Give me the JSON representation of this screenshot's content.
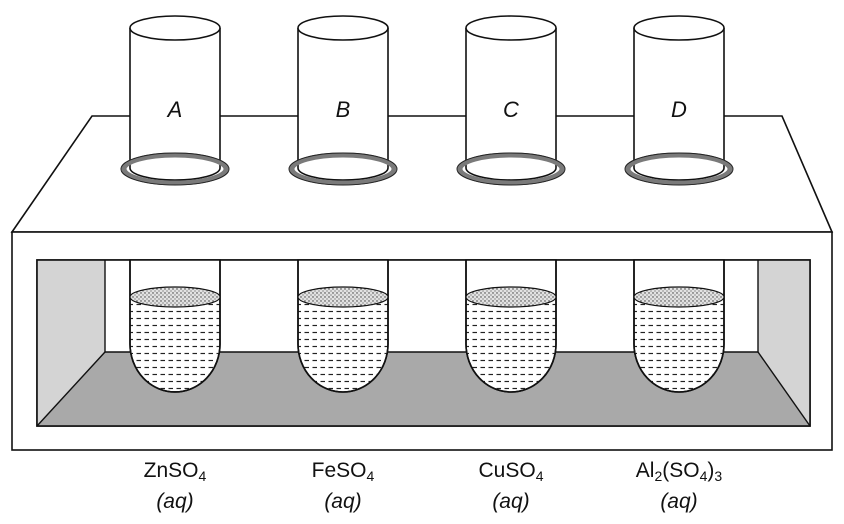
{
  "tubes": [
    {
      "letter": "A",
      "solution": [
        [
          "ZnSO",
          false
        ],
        [
          "4",
          true
        ]
      ],
      "state": "(aq)"
    },
    {
      "letter": "B",
      "solution": [
        [
          "FeSO",
          false
        ],
        [
          "4",
          true
        ]
      ],
      "state": "(aq)"
    },
    {
      "letter": "C",
      "solution": [
        [
          "CuSO",
          false
        ],
        [
          "4",
          true
        ]
      ],
      "state": "(aq)"
    },
    {
      "letter": "D",
      "solution": [
        [
          "Al",
          false
        ],
        [
          "2",
          true
        ],
        [
          "(SO",
          false
        ],
        [
          "4",
          true
        ],
        [
          ")",
          false
        ],
        [
          "3",
          true
        ]
      ],
      "state": "(aq)"
    }
  ]
}
